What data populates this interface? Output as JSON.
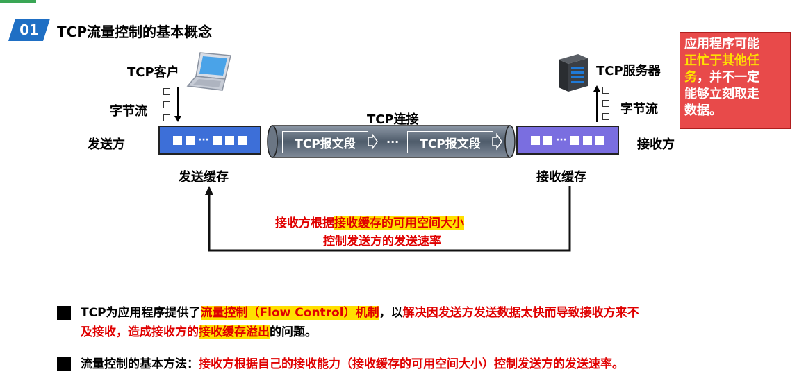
{
  "header": {
    "badge": "01",
    "title": "TCP流量控制的基本概念"
  },
  "client": {
    "label": "TCP客户",
    "icon": "laptop-icon",
    "stream_label": "字节流",
    "side_label": "发送方",
    "buffer_label": "发送缓存"
  },
  "server": {
    "label": "TCP服务器",
    "icon": "server-icon",
    "stream_label": "字节流",
    "side_label": "接收方",
    "buffer_label": "接收缓存"
  },
  "connection": {
    "label": "TCP连接",
    "segment1": "TCP报文段",
    "ellipsis": "···",
    "segment2": "TCP报文段"
  },
  "buffer_ellipsis": "···",
  "note": {
    "line1": "应用程序可能",
    "line2_highlight": "正忙于其他任",
    "line3_highlight": "务",
    "line3_rest": "，并不一定",
    "line4": "能够立刻取走",
    "line5": "数据。"
  },
  "feedback": {
    "part1": "接收方根据",
    "part1_highlight": "接收缓存的可用空间大小",
    "line2": "控制发送方的发送速率"
  },
  "bullets": {
    "b1_p1": "TCP为应用程序提供了",
    "b1_hl": "流量控制（Flow Control）机制",
    "b1_p2": "，以",
    "b1_red": "解决因发送方发送数据太快而导致接收方来不",
    "b1_red2": "及接收，造成接收方的",
    "b1_hl2": "接收缓存溢出",
    "b1_p3": "的问题。",
    "b2_p1": "流量控制的基本方法：",
    "b2_red": "接收方根据自己的接收能力（接收缓存的可用空间大小）控制发送方的发送速率。"
  },
  "colors": {
    "accent_blue": "#1f6fc4",
    "send_buffer": "#3d6fd8",
    "recv_buffer": "#7a6ee0",
    "pipe": "#5d6b7a",
    "note_bg": "#e84a4a",
    "highlight": "#ffe000",
    "red_text": "#e00000"
  }
}
